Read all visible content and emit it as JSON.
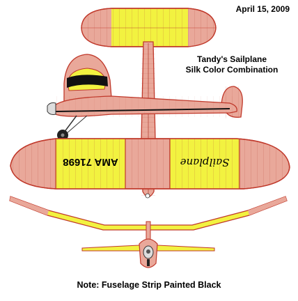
{
  "header": {
    "date": "April 15, 2009"
  },
  "title": {
    "line1": "Tandy's Sailplane",
    "line2": "Silk Color Combination"
  },
  "wing": {
    "registration": "AMA 71698",
    "script_name": "Sailplane"
  },
  "footer": {
    "note": "Note: Fuselage Strip Painted Black"
  },
  "colors": {
    "silk_pink": "#e9a89a",
    "silk_yellow": "#f2f240",
    "outline_red": "#c0392b",
    "rib_line": "#b5473a",
    "strip_black": "#111111"
  }
}
